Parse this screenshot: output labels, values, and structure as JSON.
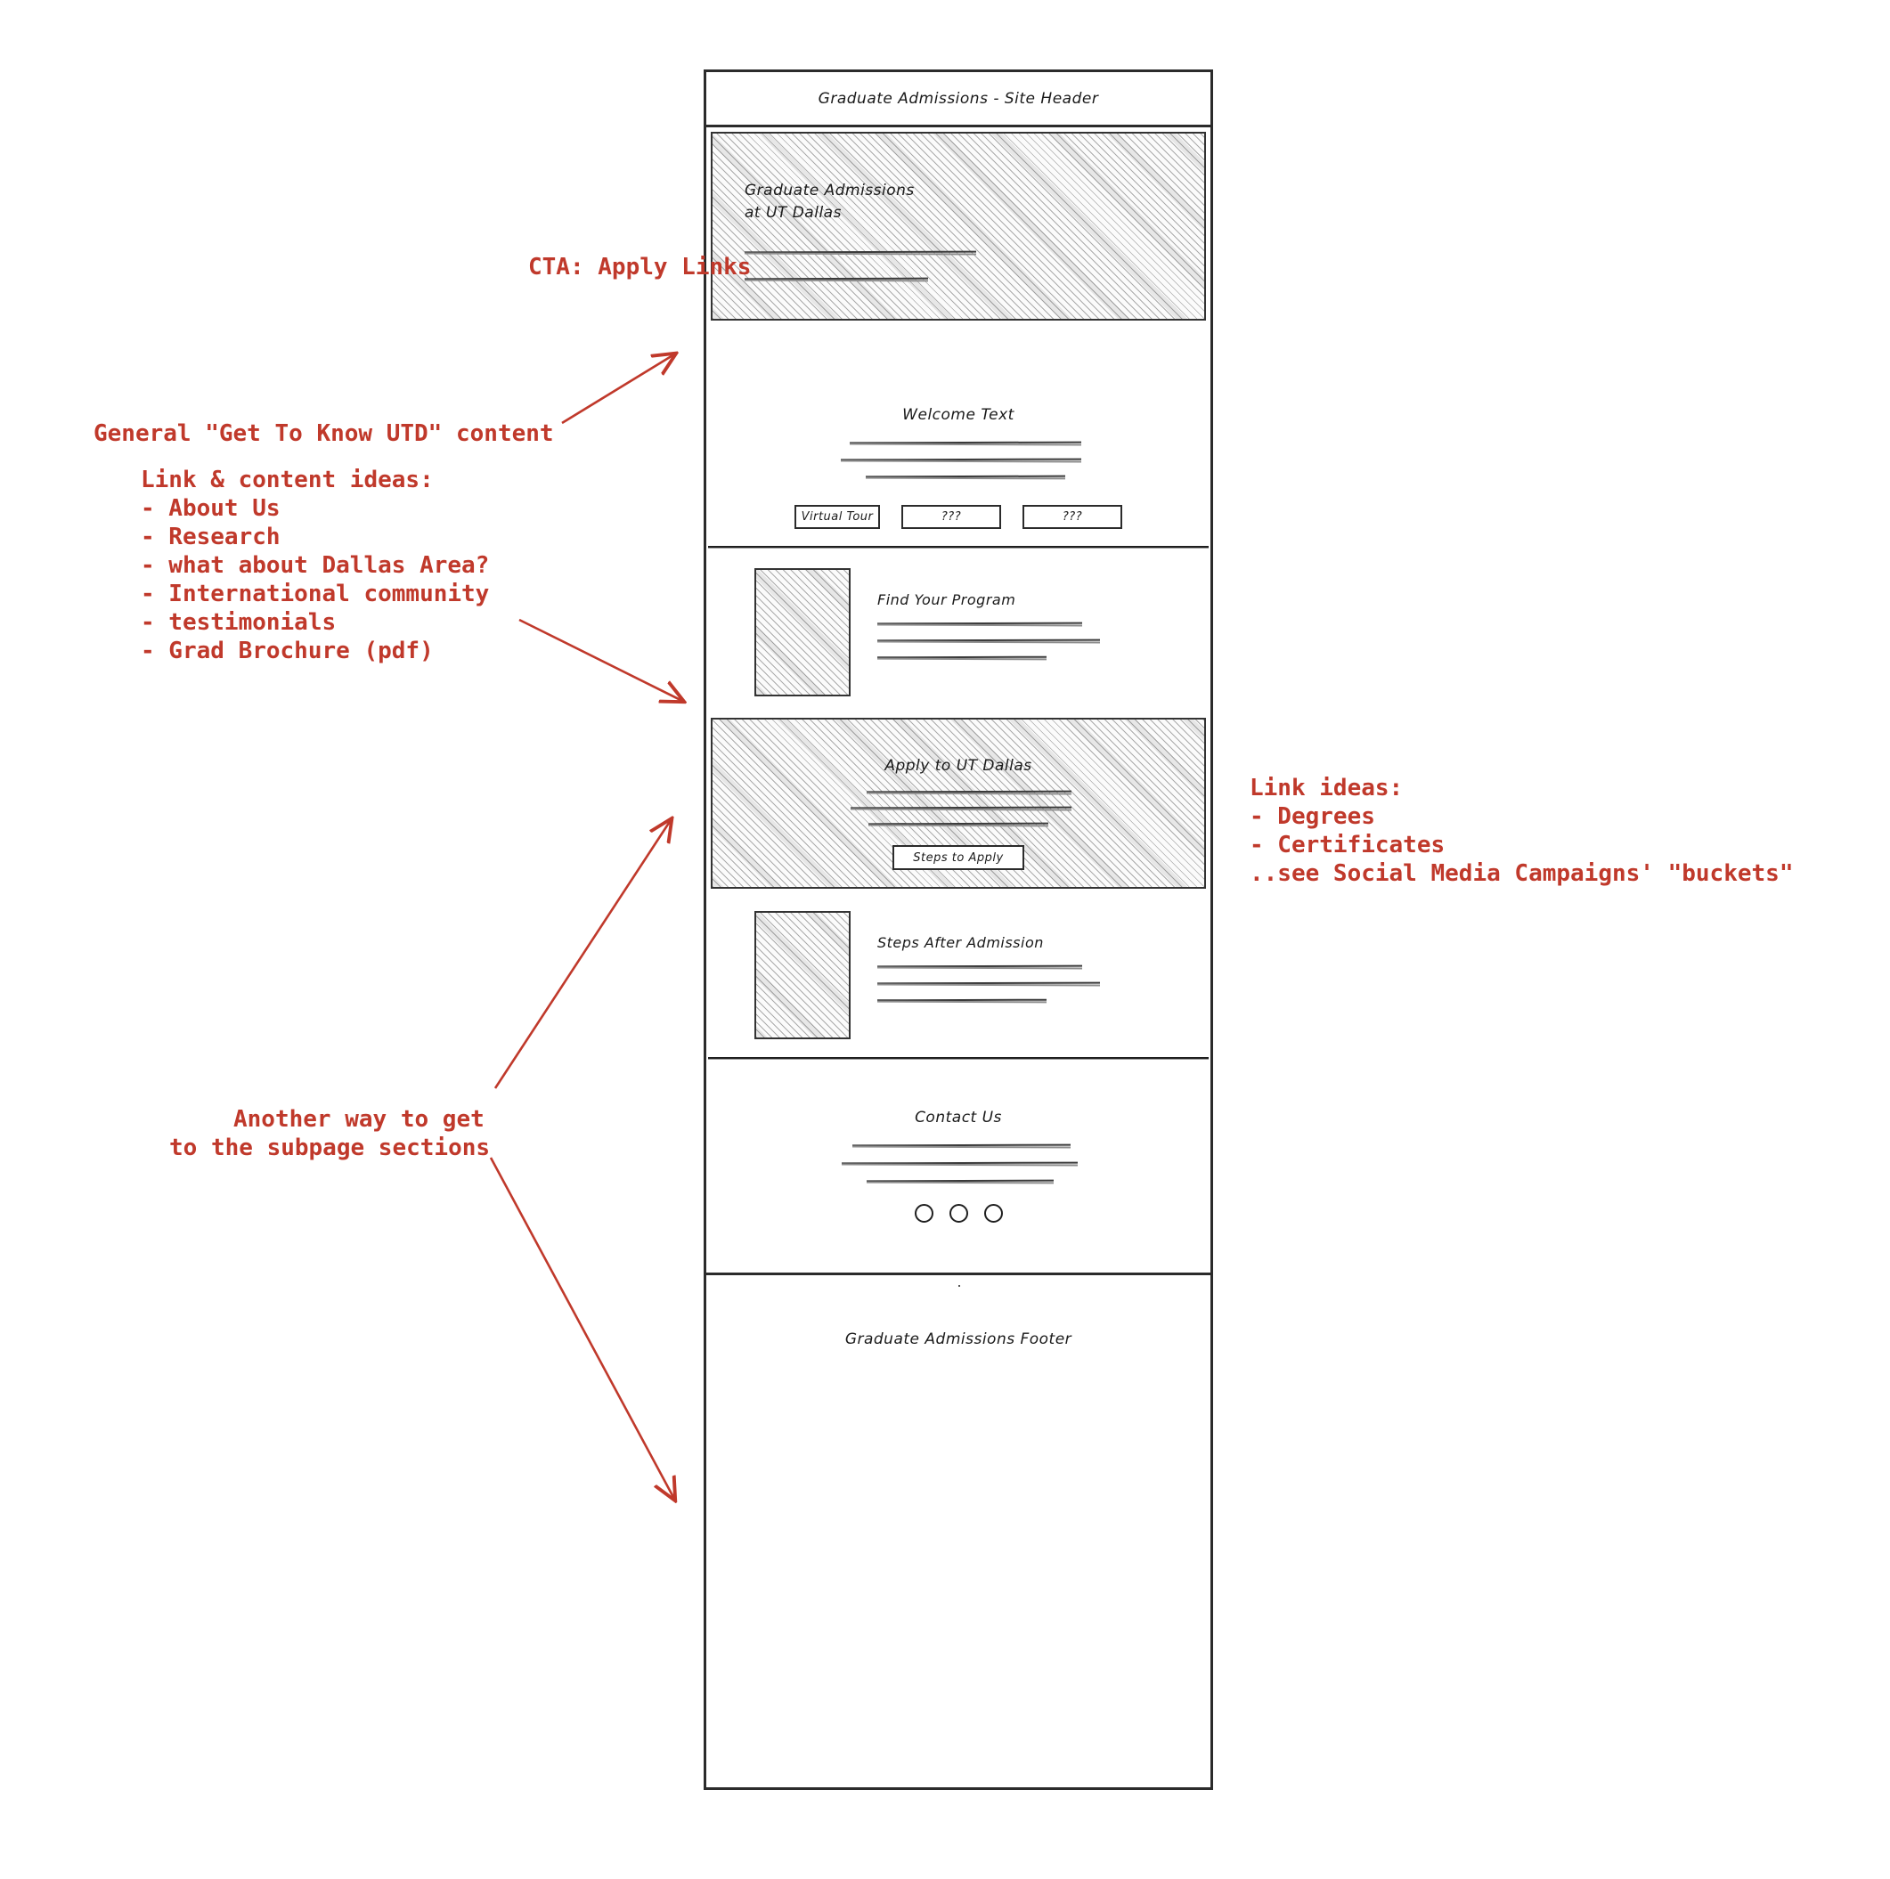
{
  "wireframe": {
    "header": {
      "label": "Graduate Admissions - Site Header"
    },
    "hero": {
      "title_line_1": "Graduate Admissions",
      "title_line_2": "at UT Dallas"
    },
    "welcome": {
      "heading": "Welcome Text",
      "buttons": [
        {
          "label": "Virtual Tour"
        },
        {
          "label": "???"
        },
        {
          "label": "???"
        }
      ]
    },
    "find_program": {
      "heading": "Find Your Program"
    },
    "apply_banner": {
      "heading": "Apply to UT Dallas",
      "button_label": "Steps to Apply"
    },
    "steps_after": {
      "heading": "Steps After Admission"
    },
    "contact": {
      "heading": "Contact Us",
      "social_icon_count": 3
    },
    "footer": {
      "label": "Graduate Admissions Footer"
    }
  },
  "annotations": {
    "color": "#c0392b",
    "cta_apply_links": "CTA: Apply Links",
    "get_to_know_utd": {
      "title": "General \"Get To Know UTD\" content",
      "list_heading": "Link & content ideas:",
      "items": [
        "- About Us",
        "- Research",
        "- what about Dallas Area?",
        "- International community",
        "- testimonials",
        "- Grad Brochure (pdf)"
      ]
    },
    "another_way": {
      "line_1": "Another way to get",
      "line_2": "to the subpage sections"
    },
    "link_ideas": {
      "title": "Link ideas:",
      "items": [
        "- Degrees",
        "- Certificates"
      ],
      "note": "..see Social Media Campaigns' \"buckets\""
    }
  }
}
